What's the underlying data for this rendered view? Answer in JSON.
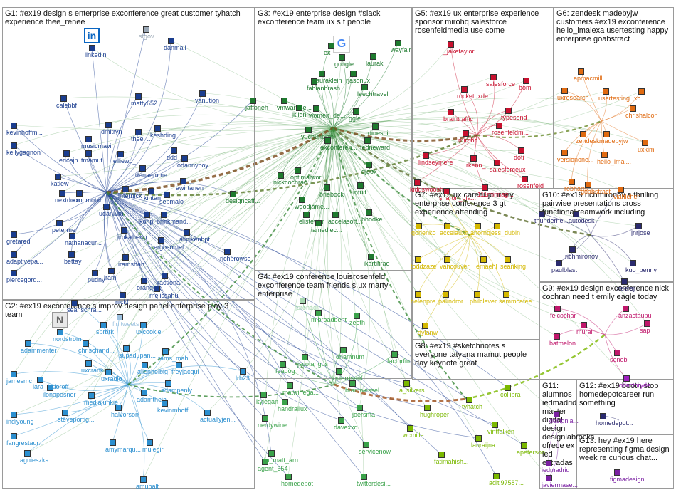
{
  "groups": [
    {
      "id": "G1",
      "text": "G1: #ex19 design s enterprise exconference great customer tyhatch experience thee_renee"
    },
    {
      "id": "G2",
      "text": "G2: #ex19 exconference s improv design panel enterprise play 3 team"
    },
    {
      "id": "G3",
      "text": "G3: #ex19 enterprise design #slack exconference team ux s t people"
    },
    {
      "id": "G4",
      "text": "G4: #ex19 conference louisrosenfeld exconference team friends s ux marty enterprise"
    },
    {
      "id": "G5",
      "text": "G5: #ex19 ux enterprise experience sponsor mirohq salesforce rosenfeldmedia use come"
    },
    {
      "id": "G6",
      "text": "G6: zendesk madebyjw customers #ex19 exconference hello_imalexa usertesting happy enterprise goabstract"
    },
    {
      "id": "G7",
      "text": "G7: #ex19 ux career journey enterprise conference 3 gt experience attending"
    },
    {
      "id": "G8",
      "text": "G8: #ex19 #sketchnotes s everyone tatyana mamut people day keynote great"
    },
    {
      "id": "G9",
      "text": "G9: #ex19 design exconference nick cochran need t emily eagle today"
    },
    {
      "id": "G10",
      "text": "G10: #ex19 richmironov s thrilling pairwise presentations cross functional teamwork including"
    },
    {
      "id": "G11",
      "text": "G11: alumnos iedmadrid master digital design designlabrocks ofrece ex ied entradas"
    },
    {
      "id": "G12",
      "text": "G12: #ex19 booth stop homedepotcareer run something"
    },
    {
      "id": "G13",
      "text": "G13: hey #ex19 here representing figma design week re curious chat..."
    }
  ],
  "nodes": [
    {
      "id": "sfgov",
      "text": "sfgov",
      "color": "#9aa7b5"
    },
    {
      "id": "danmall",
      "text": "danmall",
      "color": "#1a3d8f"
    },
    {
      "id": "linkedin",
      "text": "linkedin",
      "color": "#1a3d8f",
      "icon": "linkedin-logo"
    },
    {
      "id": "calebbf",
      "text": "calebbf",
      "color": "#1a3d8f"
    },
    {
      "id": "matty652",
      "text": "matty652",
      "color": "#1a3d8f"
    },
    {
      "id": "vanution",
      "text": "vanution",
      "color": "#1a3d8f"
    },
    {
      "id": "kevinhoffm",
      "text": "kevinhoffm...",
      "color": "#1a3d8f"
    },
    {
      "id": "dmitryn",
      "text": "dmitryn",
      "color": "#1a3d8f"
    },
    {
      "id": "musicmavi",
      "text": "musicmavi",
      "color": "#1a3d8f"
    },
    {
      "id": "thee",
      "text": "thee_...",
      "color": "#1a3d8f"
    },
    {
      "id": "keshding",
      "text": "keshding",
      "color": "#1a3d8f"
    },
    {
      "id": "kellygagnon",
      "text": "kellygagnon",
      "color": "#1a3d8f"
    },
    {
      "id": "ericajn",
      "text": "ericajn",
      "color": "#1a3d8f"
    },
    {
      "id": "tmamut",
      "text": "tmamut",
      "color": "#1a3d8f"
    },
    {
      "id": "elliewu",
      "text": "elliewu_",
      "color": "#1a3d8f"
    },
    {
      "id": "ddd",
      "text": "ddd",
      "color": "#1a3d8f"
    },
    {
      "id": "odannyboy",
      "text": "odannyboy",
      "color": "#1a3d8f"
    },
    {
      "id": "katiew",
      "text": "katiew",
      "color": "#1a3d8f"
    },
    {
      "id": "denaemme",
      "text": "denaemme...",
      "color": "#1a3d8f"
    },
    {
      "id": "awirtanen",
      "text": "awirtanen",
      "color": "#1a3d8f"
    },
    {
      "id": "nextdoor",
      "text": "nextdoor",
      "color": "#1a3d8f"
    },
    {
      "id": "exonmobil",
      "text": "exonmobil",
      "color": "#1a3d8f"
    },
    {
      "id": "internick",
      "text": "internick",
      "color": "#1a3d8f"
    },
    {
      "id": "kintan",
      "text": "kintan",
      "color": "#1a3d8f"
    },
    {
      "id": "sebmalo",
      "text": "sebmalo",
      "color": "#1a3d8f"
    },
    {
      "id": "udanium",
      "text": "udanium",
      "color": "#1a3d8f"
    },
    {
      "id": "konp",
      "text": "konp",
      "color": "#1a3d8f"
    },
    {
      "id": "brinkmand",
      "text": "brinkmand...",
      "color": "#1a3d8f"
    },
    {
      "id": "gretared",
      "text": "gretared",
      "color": "#1a3d8f"
    },
    {
      "id": "peterme",
      "text": "peterme",
      "color": "#1a3d8f"
    },
    {
      "id": "jimkalbach",
      "text": "jimkalbach",
      "color": "#1a3d8f"
    },
    {
      "id": "alipikenbpt",
      "text": "alipikenbpt",
      "color": "#1a3d8f"
    },
    {
      "id": "nathanacur",
      "text": "nathanacur...",
      "color": "#1a3d8f"
    },
    {
      "id": "ergosomet",
      "text": "ergosomet...",
      "color": "#1a3d8f"
    },
    {
      "id": "adaptivepa",
      "text": "adaptivepa...",
      "color": "#1a3d8f"
    },
    {
      "id": "bettay",
      "text": "bettay",
      "color": "#1a3d8f"
    },
    {
      "id": "iramshah",
      "text": "iramshah",
      "color": "#1a3d8f"
    },
    {
      "id": "richprowse",
      "text": "richprowse",
      "color": "#1a3d8f"
    },
    {
      "id": "piercegord",
      "text": "piercegord...",
      "color": "#1a3d8f"
    },
    {
      "id": "pudny",
      "text": "pudny",
      "color": "#1a3d8f"
    },
    {
      "id": "iram",
      "text": "iram",
      "color": "#1a3d8f"
    },
    {
      "id": "ractiona",
      "text": "ractiona",
      "color": "#1a3d8f"
    },
    {
      "id": "orangele",
      "text": "orangele",
      "color": "#1a3d8f"
    },
    {
      "id": "melissahui",
      "text": "melissahui",
      "color": "#1a3d8f"
    },
    {
      "id": "nickf",
      "text": "nickf",
      "color": "#1a3d8f"
    },
    {
      "id": "seanschra",
      "text": "seanschra...",
      "color": "#1a3d8f"
    },
    {
      "id": "finitweets",
      "text": "finitweets",
      "color": "#9ec3e0"
    },
    {
      "id": "nordstrom",
      "text": "nordstrom",
      "color": "#2b8fd0",
      "icon": "nordstrom-logo"
    },
    {
      "id": "sprbrk",
      "text": "sprbrk",
      "color": "#2b8fd0"
    },
    {
      "id": "uxcookie",
      "text": "uxcookie",
      "color": "#2b8fd0"
    },
    {
      "id": "adammenter",
      "text": "adammenter",
      "color": "#2b8fd0"
    },
    {
      "id": "chrischand",
      "text": "chrischand...",
      "color": "#2b8fd0"
    },
    {
      "id": "supadupan",
      "text": "supadupan...",
      "color": "#2b8fd0"
    },
    {
      "id": "rams_mah",
      "text": "rams_mah...",
      "color": "#2b8fd0"
    },
    {
      "id": "uxcrank",
      "text": "uxcrank",
      "color": "#2b8fd0"
    },
    {
      "id": "allenhelbig",
      "text": "allenhelbig",
      "color": "#2b8fd0"
    },
    {
      "id": "freyjacqui",
      "text": "freyjacqui",
      "color": "#2b8fd0"
    },
    {
      "id": "jamesmc",
      "text": "jamesmc",
      "color": "#2b8fd0"
    },
    {
      "id": "lara_fedoroff",
      "text": "lara_fedoroff",
      "color": "#2b8fd0"
    },
    {
      "id": "uxradio",
      "text": "uxradio",
      "color": "#2b8fd0"
    },
    {
      "id": "adampenly",
      "text": "adampenly",
      "color": "#2b8fd0"
    },
    {
      "id": "ilonaposner",
      "text": "ilonaposner",
      "color": "#2b8fd0"
    },
    {
      "id": "mediajunkie",
      "text": "mediajunkie",
      "color": "#2b8fd0"
    },
    {
      "id": "adamtheia",
      "text": "adamtheia",
      "color": "#2b8fd0"
    },
    {
      "id": "kevinmhoff",
      "text": "kevinmhoff...",
      "color": "#2b8fd0"
    },
    {
      "id": "indiyoung",
      "text": "indiyoung",
      "color": "#2b8fd0"
    },
    {
      "id": "steveportig",
      "text": "steveportig...",
      "color": "#2b8fd0"
    },
    {
      "id": "halvorson",
      "text": "halvorson",
      "color": "#2b8fd0"
    },
    {
      "id": "actuallyjen",
      "text": "actuallyjen...",
      "color": "#2b8fd0"
    },
    {
      "id": "fangrestaur",
      "text": "fangrestaur...",
      "color": "#2b8fd0"
    },
    {
      "id": "agnieszka",
      "text": "agnieszka...",
      "color": "#2b8fd0"
    },
    {
      "id": "amymarqu",
      "text": "amymarqu...",
      "color": "#2b8fd0"
    },
    {
      "id": "mulegirl",
      "text": "mulegirl",
      "color": "#2b8fd0"
    },
    {
      "id": "amubalt",
      "text": "amubalt",
      "color": "#2b8fd0"
    },
    {
      "id": "lrb23",
      "text": "lrb23",
      "color": "#2b8fd0"
    },
    {
      "id": "google",
      "text": "google",
      "color": "#1e7a2e",
      "icon": "google-logo"
    },
    {
      "id": "ex",
      "text": "ex",
      "color": "#1e7a2e"
    },
    {
      "id": "laurak",
      "text": "laurak",
      "color": "#1e7a2e"
    },
    {
      "id": "lauraklein",
      "text": "lauraklein",
      "color": "#1e7a2e"
    },
    {
      "id": "rjasonux",
      "text": "rjasonux",
      "color": "#1e7a2e"
    },
    {
      "id": "fabianbrash",
      "text": "fabianbrash",
      "color": "#1e7a2e"
    },
    {
      "id": "leechtravel",
      "text": "leechtravel",
      "color": "#1e7a2e"
    },
    {
      "id": "jaffoneh",
      "text": "jaffoneh",
      "color": "#1e7a2e"
    },
    {
      "id": "vmwarede",
      "text": "vmwarede...",
      "color": "#1e7a2e"
    },
    {
      "id": "jklion",
      "text": "jklion",
      "color": "#1e7a2e"
    },
    {
      "id": "women_de",
      "text": "women_de...",
      "color": "#1e7a2e"
    },
    {
      "id": "ggle",
      "text": "ggle...",
      "color": "#1e7a2e"
    },
    {
      "id": "yuchunbian",
      "text": "yuchunbian",
      "color": "#1e7a2e"
    },
    {
      "id": "dineshin",
      "text": "dineshin",
      "color": "#1e7a2e"
    },
    {
      "id": "exconferen",
      "text": "exconferen...",
      "color": "#1e7a2e"
    },
    {
      "id": "tedneward",
      "text": "tedneward",
      "color": "#1e7a2e"
    },
    {
      "id": "optimalwor",
      "text": "optimalwor...",
      "color": "#1e7a2e"
    },
    {
      "id": "djook",
      "text": "djook",
      "color": "#1e7a2e"
    },
    {
      "id": "nickcochran",
      "text": "nickcochran",
      "color": "#1e7a2e"
    },
    {
      "id": "designcaff",
      "text": "designcaff...",
      "color": "#1e7a2e"
    },
    {
      "id": "briebock",
      "text": "briebock",
      "color": "#1e7a2e"
    },
    {
      "id": "intuit",
      "text": "intuit",
      "color": "#1e7a2e"
    },
    {
      "id": "woodjame",
      "text": "woodjame...",
      "color": "#1e7a2e"
    },
    {
      "id": "elistewar",
      "text": "elistewar",
      "color": "#1e7a2e"
    },
    {
      "id": "accelasoft",
      "text": "accelasoft...",
      "color": "#1e7a2e"
    },
    {
      "id": "bhodke",
      "text": "bhodke",
      "color": "#1e7a2e"
    },
    {
      "id": "iamedlec",
      "text": "iamedlec...",
      "color": "#1e7a2e"
    },
    {
      "id": "ikartikrao",
      "text": "ikartikrao",
      "color": "#1e7a2e"
    },
    {
      "id": "wayfair",
      "text": "wayfair",
      "color": "#1e7a2e"
    },
    {
      "id": "joronadr",
      "text": "joronadr...",
      "color": "#a6d8b0"
    },
    {
      "id": "mjbroadbent",
      "text": "mjbroadbent",
      "color": "#3aa24a"
    },
    {
      "id": "zeeth",
      "text": "zeeth",
      "color": "#3aa24a"
    },
    {
      "id": "dnamnum",
      "text": "dnamnum",
      "color": "#3aa24a"
    },
    {
      "id": "factorfin",
      "text": "factorfin...",
      "color": "#3aa24a"
    },
    {
      "id": "jscotangus",
      "text": "jscotangus",
      "color": "#3aa24a"
    },
    {
      "id": "feadog",
      "text": "feadog",
      "color": "#3aa24a"
    },
    {
      "id": "louisrosenf",
      "text": "louisrosenf...",
      "color": "#3aa24a"
    },
    {
      "id": "bramwessel",
      "text": "bramwessel",
      "color": "#3aa24a"
    },
    {
      "id": "kylegan",
      "text": "kylegan",
      "color": "#3aa24a"
    },
    {
      "id": "matwinega",
      "text": "matwinega...",
      "color": "#3aa24a"
    },
    {
      "id": "handrailux",
      "text": "handrailux",
      "color": "#3aa24a"
    },
    {
      "id": "joersma",
      "text": "joersma",
      "color": "#3aa24a"
    },
    {
      "id": "nerdywine",
      "text": "nerdywine",
      "color": "#3aa24a"
    },
    {
      "id": "davexxd",
      "text": "davexxd",
      "color": "#3aa24a"
    },
    {
      "id": "a_matt_arn",
      "text": "[a_matt_arn...",
      "color": "#3aa24a"
    },
    {
      "id": "servicenow",
      "text": "servicenow",
      "color": "#3aa24a"
    },
    {
      "id": "agent_654",
      "text": "agent_654",
      "color": "#3aa24a"
    },
    {
      "id": "homedepot",
      "text": "homedepot",
      "color": "#3aa24a"
    },
    {
      "id": "twitterdesi",
      "text": "twitterdesi...",
      "color": "#3aa24a"
    },
    {
      "id": "jaketaylor",
      "text": "_jaketaylor",
      "color": "#c8102e"
    },
    {
      "id": "salesforce",
      "text": "salesforce",
      "color": "#c8102e"
    },
    {
      "id": "rocketuxde",
      "text": "rocketuxde...",
      "color": "#c8102e"
    },
    {
      "id": "bom",
      "text": "bom",
      "color": "#c8102e"
    },
    {
      "id": "braintraffic",
      "text": "braintraffic",
      "color": "#c8102e"
    },
    {
      "id": "typesend",
      "text": "typesend",
      "color": "#c8102e"
    },
    {
      "id": "mirohq",
      "text": "mirohq",
      "color": "#c8102e"
    },
    {
      "id": "rosenfeldm",
      "text": "rosenfeldm...",
      "color": "#c8102e"
    },
    {
      "id": "lindseymere",
      "text": "lindseymere",
      "color": "#c8102e"
    },
    {
      "id": "doti",
      "text": "doti",
      "color": "#c8102e"
    },
    {
      "id": "rkenn",
      "text": "rkenn_",
      "color": "#c8102e"
    },
    {
      "id": "salesforceux",
      "text": "salesforceux",
      "color": "#c8102e"
    },
    {
      "id": "kiddswoosh",
      "text": "kiddswoosh",
      "color": "#c8102e"
    },
    {
      "id": "sharon_dia",
      "text": "sharon_dia...",
      "color": "#c8102e"
    },
    {
      "id": "111minnag",
      "text": "111minnag...",
      "color": "#c8102e"
    },
    {
      "id": "rosenfeld",
      "text": "rosenfeld",
      "color": "#c8102e"
    },
    {
      "id": "apmacmill",
      "text": "apmacmill...",
      "color": "#e06a10"
    },
    {
      "id": "uxresearch",
      "text": "uxresearch",
      "color": "#e06a10"
    },
    {
      "id": "usertesting",
      "text": "usertesting",
      "color": "#e06a10"
    },
    {
      "id": "xc",
      "text": "xc",
      "color": "#e06a10"
    },
    {
      "id": "chrishalcon",
      "text": "chrishalcon",
      "color": "#e06a10"
    },
    {
      "id": "zendesk",
      "text": "zendesk",
      "color": "#e06a10"
    },
    {
      "id": "madebyjw",
      "text": "madebyjw",
      "color": "#e06a10"
    },
    {
      "id": "uxkim",
      "text": "uxkim",
      "color": "#e06a10"
    },
    {
      "id": "versionone",
      "text": "versionone...",
      "color": "#e06a10"
    },
    {
      "id": "hello_imal",
      "text": "hello_imal...",
      "color": "#e06a10"
    },
    {
      "id": "robharts",
      "text": "robharts",
      "color": "#e06a10"
    },
    {
      "id": "goabstract",
      "text": "goabstract",
      "color": "#e06a10"
    },
    {
      "id": "viahlehen",
      "text": "viahlehen",
      "color": "#e06a10"
    },
    {
      "id": "gorlenko",
      "text": "gorlenko",
      "color": "#d4b800"
    },
    {
      "id": "accelauxd",
      "text": "accelauxd...",
      "color": "#d4b800"
    },
    {
      "id": "ahorng",
      "text": "ahorng",
      "color": "#d4b800"
    },
    {
      "id": "jess_dubin",
      "text": "jess_dubin",
      "color": "#d4b800"
    },
    {
      "id": "toddzaze",
      "text": "toddzaze",
      "color": "#d4b800"
    },
    {
      "id": "vancouverj",
      "text": "vancouverj",
      "color": "#d4b800"
    },
    {
      "id": "emaehl",
      "text": "emaehl",
      "color": "#d4b800"
    },
    {
      "id": "seanking",
      "text": "seanking",
      "color": "#d4b800"
    },
    {
      "id": "helenpre",
      "text": "helenpre",
      "color": "#d4b800"
    },
    {
      "id": "palindror",
      "text": "palindror",
      "color": "#d4b800"
    },
    {
      "id": "philclever",
      "text": "philclever",
      "color": "#d4b800"
    },
    {
      "id": "sammcafee",
      "text": "sammcafee",
      "color": "#d4b800"
    },
    {
      "id": "dylanw",
      "text": "dylanw",
      "color": "#d4b800"
    },
    {
      "id": "thunderhe",
      "text": "thunderhe...",
      "color": "#2a2a6e"
    },
    {
      "id": "autodesk",
      "text": "autodesk",
      "color": "#2a2a6e"
    },
    {
      "id": "jnrjose",
      "text": "jnrjose",
      "color": "#2a2a6e"
    },
    {
      "id": "richmironov",
      "text": "richmironov",
      "color": "#2a2a6e"
    },
    {
      "id": "paulblast",
      "text": "paulblast",
      "color": "#2a2a6e"
    },
    {
      "id": "kuo_benny",
      "text": "kuo_benny",
      "color": "#2a2a6e"
    },
    {
      "id": "neeraj",
      "text": "neeraj",
      "color": "#2a2a6e"
    },
    {
      "id": "feicochar",
      "text": "feicochar",
      "color": "#c0176b"
    },
    {
      "id": "anzactaupu",
      "text": "anzactaupu",
      "color": "#c0176b"
    },
    {
      "id": "mural",
      "text": "mural",
      "color": "#c0176b"
    },
    {
      "id": "sap",
      "text": "sap",
      "color": "#c0176b"
    },
    {
      "id": "batmelon",
      "text": "batmelon",
      "color": "#c0176b"
    },
    {
      "id": "seneb",
      "text": "seneb",
      "color": "#c0176b"
    },
    {
      "id": "a_silvers",
      "text": "a_silvers",
      "color": "#7ab800"
    },
    {
      "id": "hughroper",
      "text": "hughroper",
      "color": "#7ab800"
    },
    {
      "id": "tyhatch",
      "text": "tyhatch",
      "color": "#7ab800"
    },
    {
      "id": "collibra",
      "text": "collibra",
      "color": "#7ab800"
    },
    {
      "id": "vintfalken",
      "text": "vintfalken",
      "color": "#7ab800"
    },
    {
      "id": "wcmille",
      "text": "wcmille",
      "color": "#7ab800"
    },
    {
      "id": "lauraijna",
      "text": "lauraijna",
      "color": "#7ab800"
    },
    {
      "id": "apeterson",
      "text": "apeterson",
      "color": "#7ab800"
    },
    {
      "id": "fatimahish",
      "text": "fatimahish...",
      "color": "#7ab800"
    },
    {
      "id": "aditi97587",
      "text": "aditi97587...",
      "color": "#7ab800"
    },
    {
      "id": "olfactoryde",
      "text": "olfactoryde...",
      "color": "#a020c0"
    },
    {
      "id": "iedmadrid",
      "text": "iedmadrid",
      "color": "#7a1fa2"
    },
    {
      "id": "designla",
      "text": "designla...",
      "color": "#7a1fa2"
    },
    {
      "id": "homedepotcareer",
      "text": "homedepot...",
      "color": "#2a2a6e"
    },
    {
      "id": "javiermase",
      "text": "javiermase...",
      "color": "#7a1fa2"
    },
    {
      "id": "figmadesign",
      "text": "figmadesign",
      "color": "#7a1fa2"
    }
  ]
}
